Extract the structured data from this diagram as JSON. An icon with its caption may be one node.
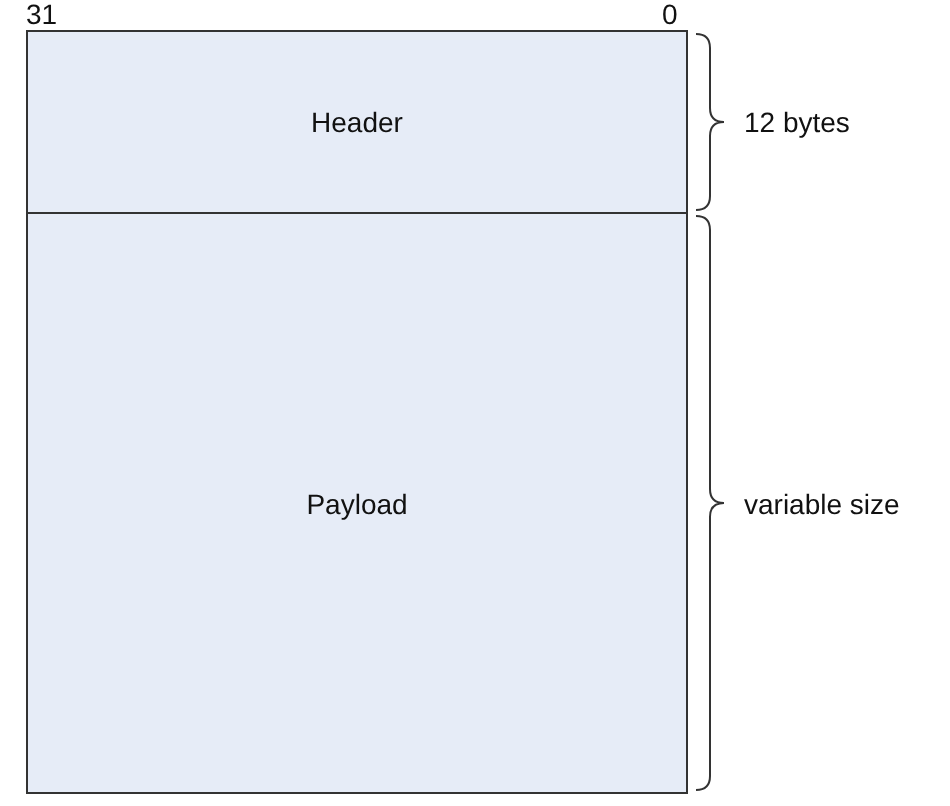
{
  "diagram": {
    "nodes": [
      {
        "text": [
          "Header"
        ],
        "beside": [
          "12 bytes"
        ]
      },
      {
        "text": [
          "Payload"
        ],
        "beside": [
          "variable size"
        ]
      }
    ],
    "labels": [
      "31",
      "0"
    ]
  }
}
